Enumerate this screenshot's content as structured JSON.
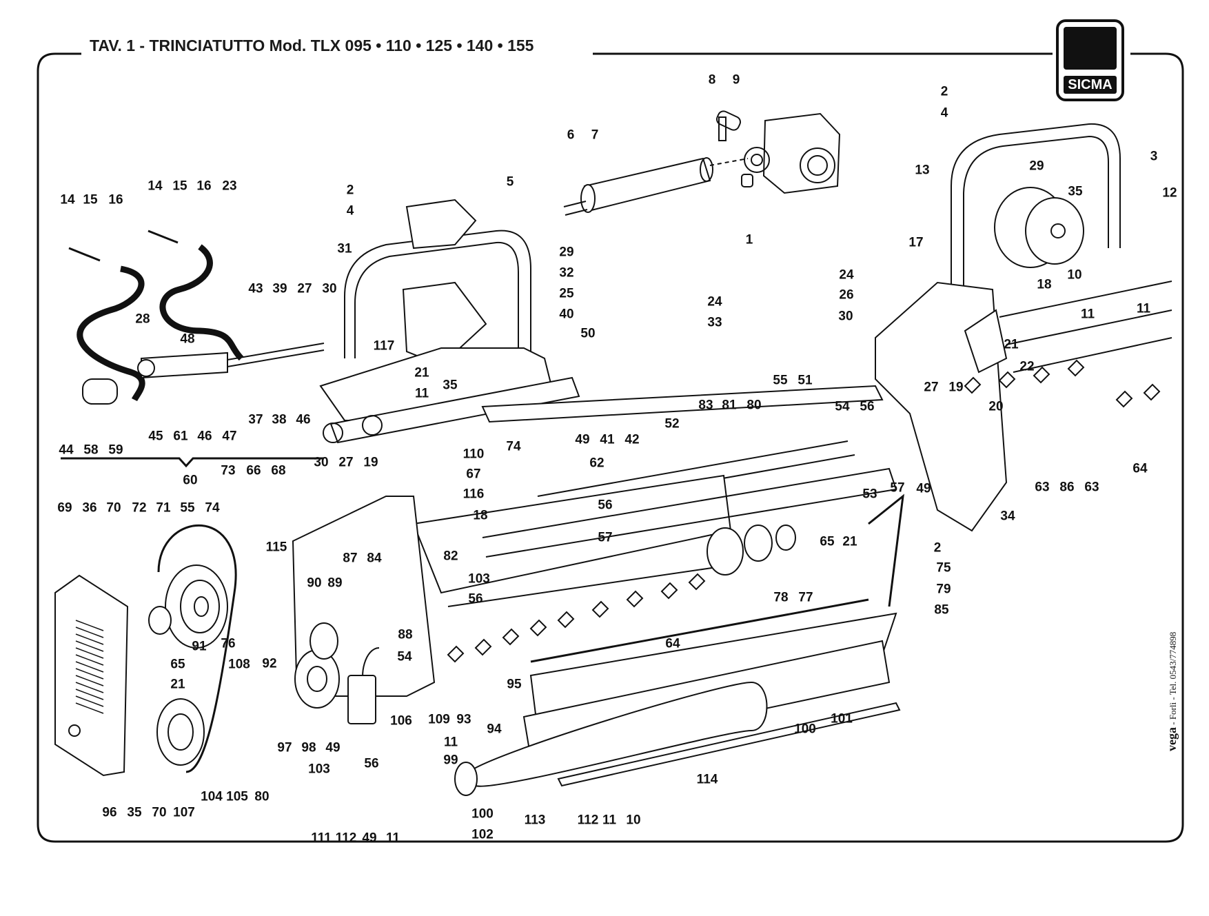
{
  "title": "TAV. 1  -  TRINCIATUTTO Mod. TLX 095 • 110 • 125 • 140 • 155",
  "logo": {
    "text": "SICMA"
  },
  "credit": {
    "brand": "vega",
    "contact": " - Forlì - Tel. 0543/774898"
  },
  "callouts": [
    {
      "id": "c-8",
      "text": "8"
    },
    {
      "id": "c-9",
      "text": "9"
    },
    {
      "id": "c-6",
      "text": "6"
    },
    {
      "id": "c-7",
      "text": "7"
    },
    {
      "id": "c-1a",
      "text": "1"
    },
    {
      "id": "c-2a",
      "text": "2"
    },
    {
      "id": "c-4a",
      "text": "4"
    },
    {
      "id": "c-5",
      "text": "5"
    },
    {
      "id": "c-14a",
      "text": "14"
    },
    {
      "id": "c-15a",
      "text": "15"
    },
    {
      "id": "c-16a",
      "text": "16"
    },
    {
      "id": "c-14b",
      "text": "14"
    },
    {
      "id": "c-15b",
      "text": "15"
    },
    {
      "id": "c-16b",
      "text": "16"
    },
    {
      "id": "c-23",
      "text": "23"
    },
    {
      "id": "c-28",
      "text": "28"
    },
    {
      "id": "c-31",
      "text": "31"
    },
    {
      "id": "c-29a",
      "text": "29"
    },
    {
      "id": "c-32",
      "text": "32"
    },
    {
      "id": "c-25",
      "text": "25"
    },
    {
      "id": "c-40",
      "text": "40"
    },
    {
      "id": "c-117",
      "text": "117"
    },
    {
      "id": "c-35a",
      "text": "35"
    },
    {
      "id": "c-21a",
      "text": "21"
    },
    {
      "id": "c-11a",
      "text": "11"
    },
    {
      "id": "c-43",
      "text": "43"
    },
    {
      "id": "c-39",
      "text": "39"
    },
    {
      "id": "c-27a",
      "text": "27"
    },
    {
      "id": "c-30a",
      "text": "30"
    },
    {
      "id": "c-48",
      "text": "48"
    },
    {
      "id": "c-37",
      "text": "37"
    },
    {
      "id": "c-38",
      "text": "38"
    },
    {
      "id": "c-46a",
      "text": "46"
    },
    {
      "id": "c-44",
      "text": "44"
    },
    {
      "id": "c-58",
      "text": "58"
    },
    {
      "id": "c-59",
      "text": "59"
    },
    {
      "id": "c-45",
      "text": "45"
    },
    {
      "id": "c-61",
      "text": "61"
    },
    {
      "id": "c-46b",
      "text": "46"
    },
    {
      "id": "c-47",
      "text": "47"
    },
    {
      "id": "c-60",
      "text": "60"
    },
    {
      "id": "c-24a",
      "text": "24"
    },
    {
      "id": "c-33",
      "text": "33"
    },
    {
      "id": "c-50",
      "text": "50"
    },
    {
      "id": "c-49a",
      "text": "49"
    },
    {
      "id": "c-41",
      "text": "41"
    },
    {
      "id": "c-42",
      "text": "42"
    },
    {
      "id": "c-2b",
      "text": "2"
    },
    {
      "id": "c-4b",
      "text": "4"
    },
    {
      "id": "c-3",
      "text": "3"
    },
    {
      "id": "c-13",
      "text": "13"
    },
    {
      "id": "c-29b",
      "text": "29"
    },
    {
      "id": "c-35b",
      "text": "35"
    },
    {
      "id": "c-12",
      "text": "12"
    },
    {
      "id": "c-17",
      "text": "17"
    },
    {
      "id": "c-24b",
      "text": "24"
    },
    {
      "id": "c-26",
      "text": "26"
    },
    {
      "id": "c-18a",
      "text": "18"
    },
    {
      "id": "c-10a",
      "text": "10"
    },
    {
      "id": "c-11b",
      "text": "11"
    },
    {
      "id": "c-30b",
      "text": "30"
    },
    {
      "id": "c-11c",
      "text": "11"
    },
    {
      "id": "c-21b",
      "text": "21"
    },
    {
      "id": "c-22",
      "text": "22"
    },
    {
      "id": "c-27b",
      "text": "27"
    },
    {
      "id": "c-19a",
      "text": "19"
    },
    {
      "id": "c-20",
      "text": "20"
    },
    {
      "id": "c-49b",
      "text": "49"
    },
    {
      "id": "c-34",
      "text": "34"
    },
    {
      "id": "c-63a",
      "text": "63"
    },
    {
      "id": "c-86",
      "text": "86"
    },
    {
      "id": "c-63b",
      "text": "63"
    },
    {
      "id": "c-64a",
      "text": "64"
    },
    {
      "id": "c-55a",
      "text": "55"
    },
    {
      "id": "c-51",
      "text": "51"
    },
    {
      "id": "c-83",
      "text": "83"
    },
    {
      "id": "c-81",
      "text": "81"
    },
    {
      "id": "c-80a",
      "text": "80"
    },
    {
      "id": "c-54a",
      "text": "54"
    },
    {
      "id": "c-56a",
      "text": "56"
    },
    {
      "id": "c-57a",
      "text": "57"
    },
    {
      "id": "c-53",
      "text": "53"
    },
    {
      "id": "c-52",
      "text": "52"
    },
    {
      "id": "c-74a",
      "text": "74"
    },
    {
      "id": "c-62",
      "text": "62"
    },
    {
      "id": "c-56b",
      "text": "56"
    },
    {
      "id": "c-57b",
      "text": "57"
    },
    {
      "id": "c-30c",
      "text": "30"
    },
    {
      "id": "c-27c",
      "text": "27"
    },
    {
      "id": "c-19b",
      "text": "19"
    },
    {
      "id": "c-110",
      "text": "110"
    },
    {
      "id": "c-67",
      "text": "67"
    },
    {
      "id": "c-116",
      "text": "116"
    },
    {
      "id": "c-18b",
      "text": "18"
    },
    {
      "id": "c-73",
      "text": "73"
    },
    {
      "id": "c-66",
      "text": "66"
    },
    {
      "id": "c-68",
      "text": "68"
    },
    {
      "id": "c-69",
      "text": "69"
    },
    {
      "id": "c-36",
      "text": "36"
    },
    {
      "id": "c-70a",
      "text": "70"
    },
    {
      "id": "c-72",
      "text": "72"
    },
    {
      "id": "c-71",
      "text": "71"
    },
    {
      "id": "c-55b",
      "text": "55"
    },
    {
      "id": "c-74b",
      "text": "74"
    },
    {
      "id": "c-115",
      "text": "115"
    },
    {
      "id": "c-87",
      "text": "87"
    },
    {
      "id": "c-84",
      "text": "84"
    },
    {
      "id": "c-82",
      "text": "82"
    },
    {
      "id": "c-103a",
      "text": "103"
    },
    {
      "id": "c-56c",
      "text": "56"
    },
    {
      "id": "c-90",
      "text": "90"
    },
    {
      "id": "c-89",
      "text": "89"
    },
    {
      "id": "c-76",
      "text": "76"
    },
    {
      "id": "c-92",
      "text": "92"
    },
    {
      "id": "c-88",
      "text": "88"
    },
    {
      "id": "c-65a",
      "text": "65"
    },
    {
      "id": "c-21c",
      "text": "21"
    },
    {
      "id": "c-65b",
      "text": "65"
    },
    {
      "id": "c-21d",
      "text": "21"
    },
    {
      "id": "c-2c",
      "text": "2"
    },
    {
      "id": "c-75",
      "text": "75"
    },
    {
      "id": "c-79",
      "text": "79"
    },
    {
      "id": "c-85",
      "text": "85"
    },
    {
      "id": "c-78",
      "text": "78"
    },
    {
      "id": "c-77",
      "text": "77"
    },
    {
      "id": "c-64b",
      "text": "64"
    },
    {
      "id": "c-91",
      "text": "91"
    },
    {
      "id": "c-108",
      "text": "108"
    },
    {
      "id": "c-54b",
      "text": "54"
    },
    {
      "id": "c-109",
      "text": "109"
    },
    {
      "id": "c-93",
      "text": "93"
    },
    {
      "id": "c-95",
      "text": "95"
    },
    {
      "id": "c-94",
      "text": "94"
    },
    {
      "id": "c-106",
      "text": "106"
    },
    {
      "id": "c-11d",
      "text": "11"
    },
    {
      "id": "c-99",
      "text": "99"
    },
    {
      "id": "c-100a",
      "text": "100"
    },
    {
      "id": "c-101",
      "text": "101"
    },
    {
      "id": "c-114",
      "text": "114"
    },
    {
      "id": "c-96",
      "text": "96"
    },
    {
      "id": "c-35c",
      "text": "35"
    },
    {
      "id": "c-70b",
      "text": "70"
    },
    {
      "id": "c-107",
      "text": "107"
    },
    {
      "id": "c-104",
      "text": "104"
    },
    {
      "id": "c-105",
      "text": "105"
    },
    {
      "id": "c-80b",
      "text": "80"
    },
    {
      "id": "c-97",
      "text": "97"
    },
    {
      "id": "c-98",
      "text": "98"
    },
    {
      "id": "c-49c",
      "text": "49"
    },
    {
      "id": "c-103b",
      "text": "103"
    },
    {
      "id": "c-56d",
      "text": "56"
    },
    {
      "id": "c-111",
      "text": "111"
    },
    {
      "id": "c-112a",
      "text": "112"
    },
    {
      "id": "c-49d",
      "text": "49"
    },
    {
      "id": "c-11e",
      "text": "11"
    },
    {
      "id": "c-100b",
      "text": "100"
    },
    {
      "id": "c-102",
      "text": "102"
    },
    {
      "id": "c-113",
      "text": "113"
    },
    {
      "id": "c-112b",
      "text": "112"
    },
    {
      "id": "c-11f",
      "text": "11"
    },
    {
      "id": "c-10b",
      "text": "10"
    }
  ]
}
